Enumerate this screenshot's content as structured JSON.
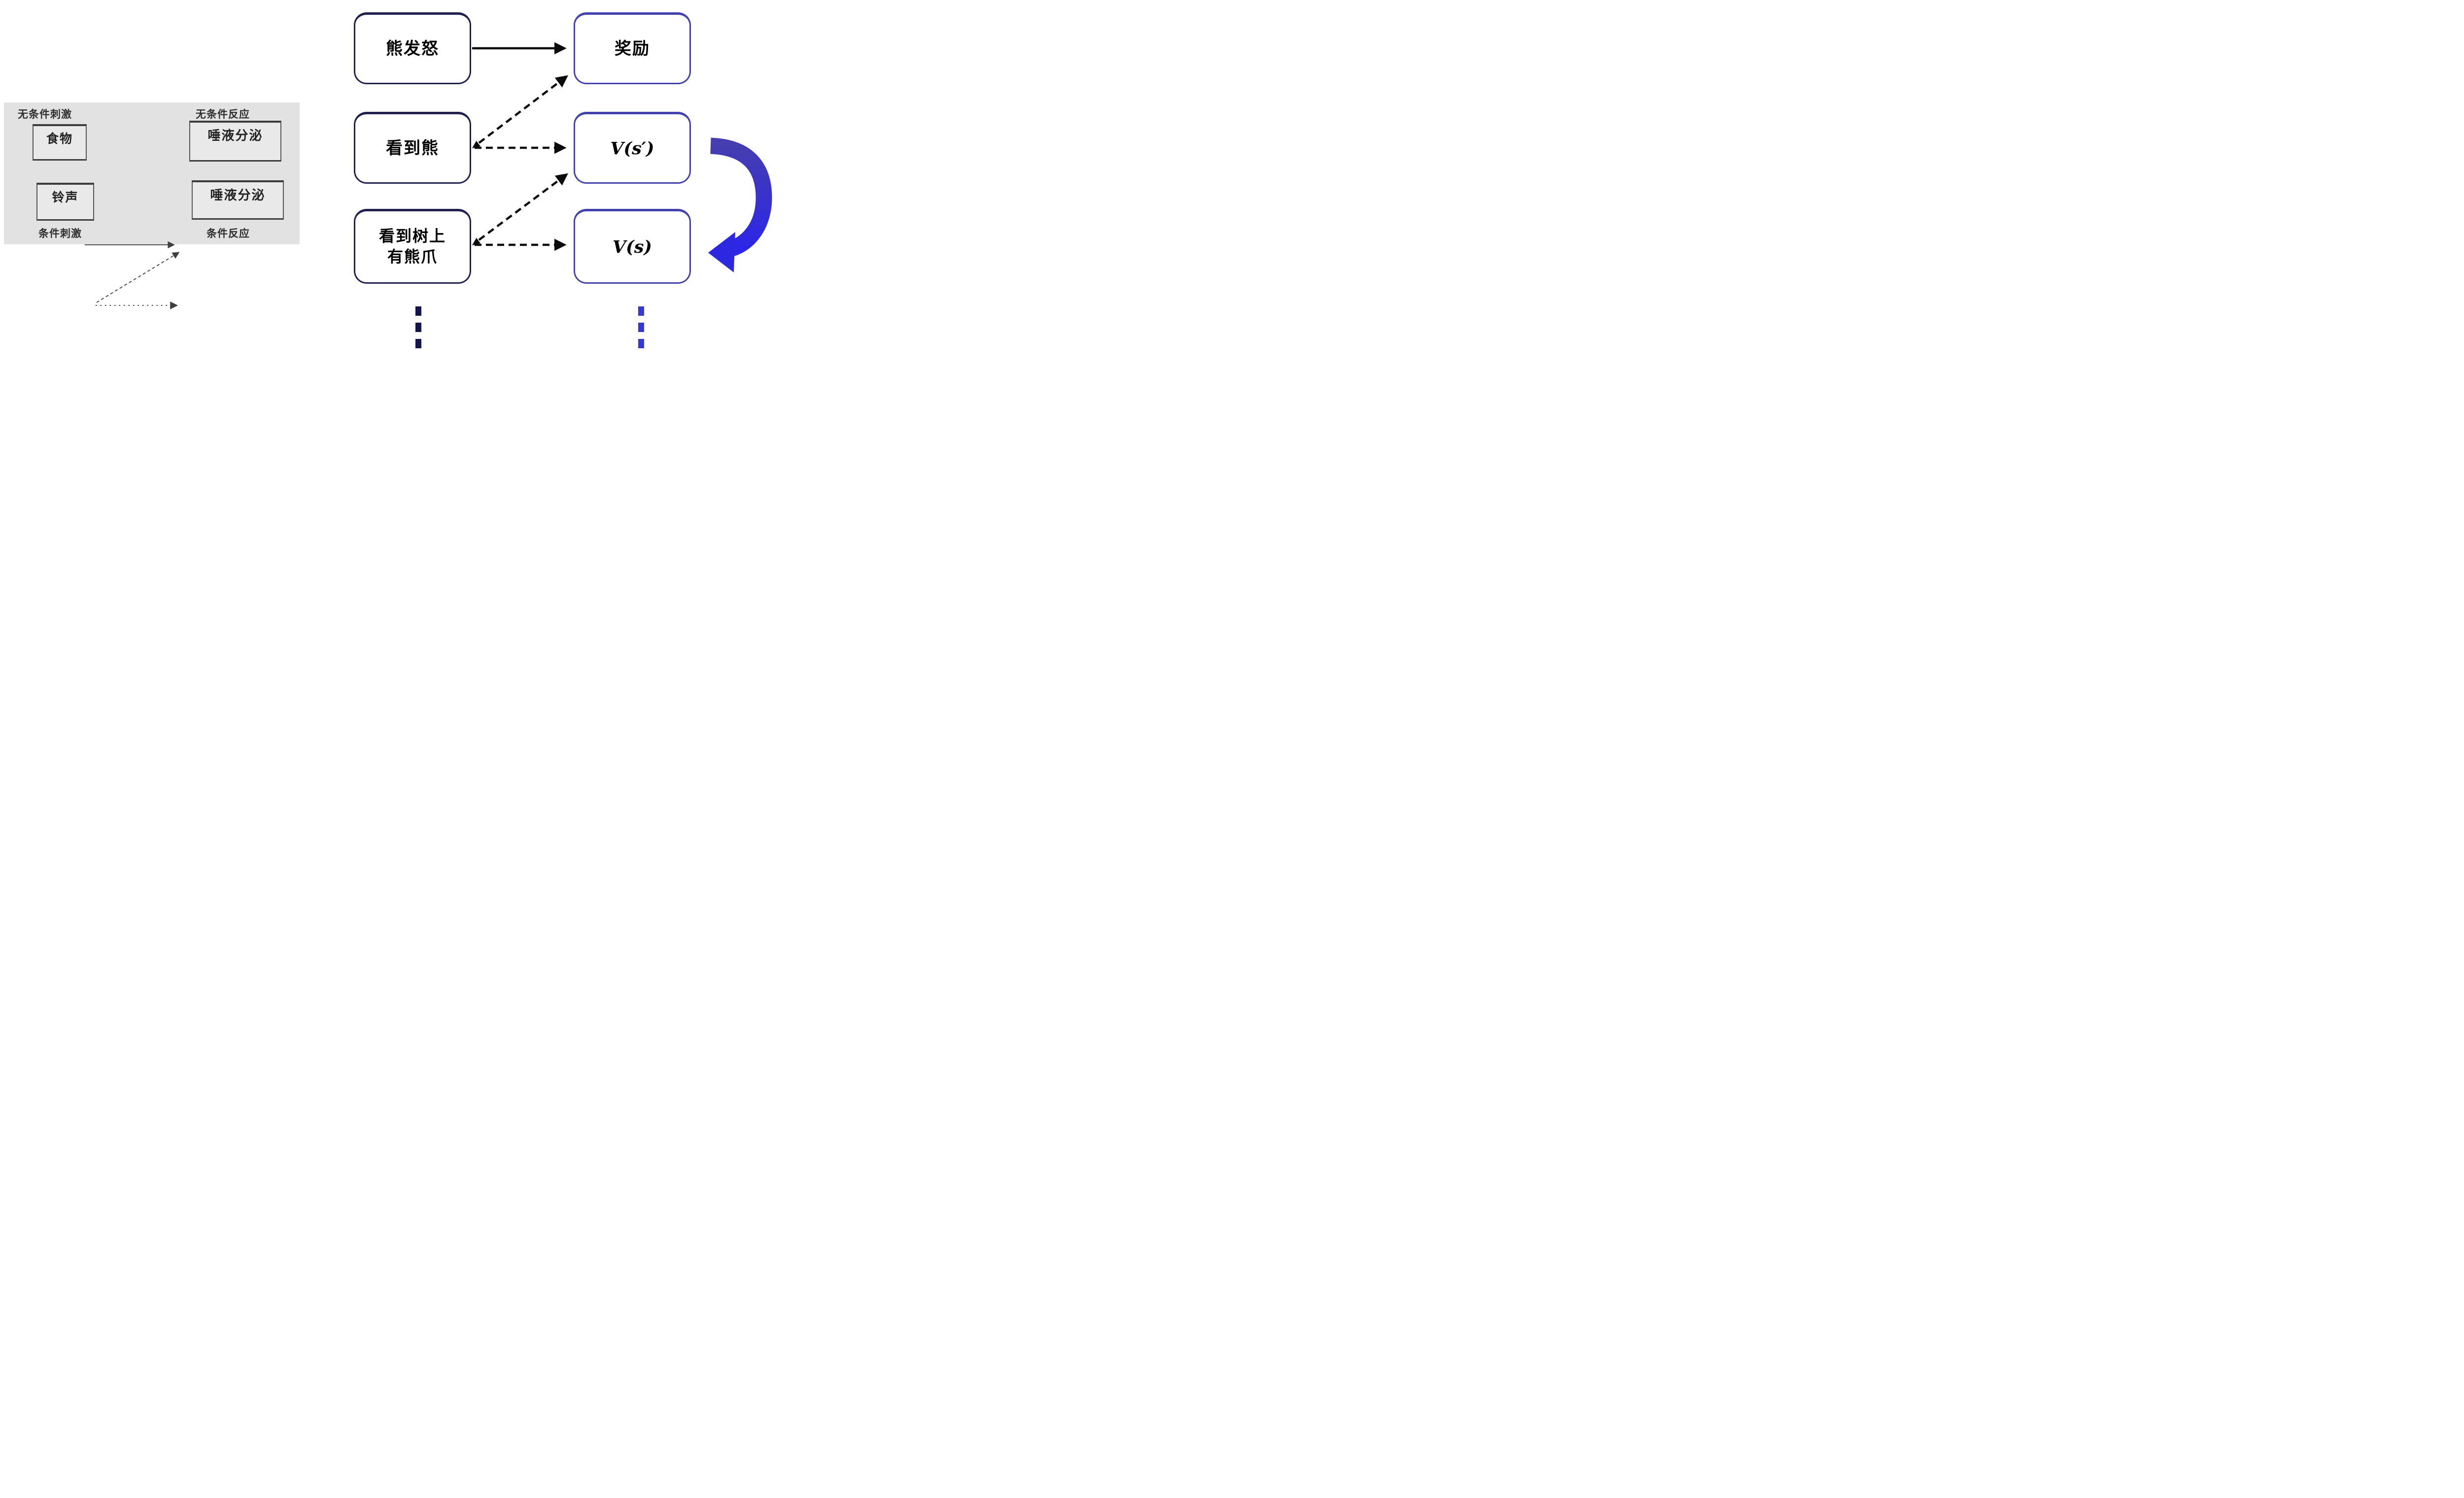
{
  "left_panel": {
    "label_unconditioned_stimulus": "无条件刺激",
    "label_unconditioned_response": "无条件反应",
    "label_conditioned_stimulus": "条件刺激",
    "label_conditioned_response": "条件反应",
    "box_food": "食物",
    "box_salivation_top": "唾液分泌",
    "box_bell": "铃声",
    "box_salivation_bottom": "唾液分泌"
  },
  "right_diagram": {
    "node_bear_angry": "熊发怒",
    "node_reward": "奖励",
    "node_see_bear": "看到熊",
    "node_value_next": "V(s′)",
    "node_see_claw_line1": "看到树上",
    "node_see_claw_line2": "有熊爪",
    "node_value": "V(s)"
  },
  "colors": {
    "panel_background": "#e3e2e3",
    "panel_box_border": "#3c3c3c",
    "panel_arrow": "#3f3f3f",
    "left_node_border": "#20204e",
    "right_node_border": "#4142ae",
    "arrow_black": "#0b0b0b",
    "loop_arrow_top": "#453db0",
    "loop_arrow_bottom": "#2c26e8",
    "dot_left": "#13134d",
    "dot_right": "#3439d6"
  }
}
